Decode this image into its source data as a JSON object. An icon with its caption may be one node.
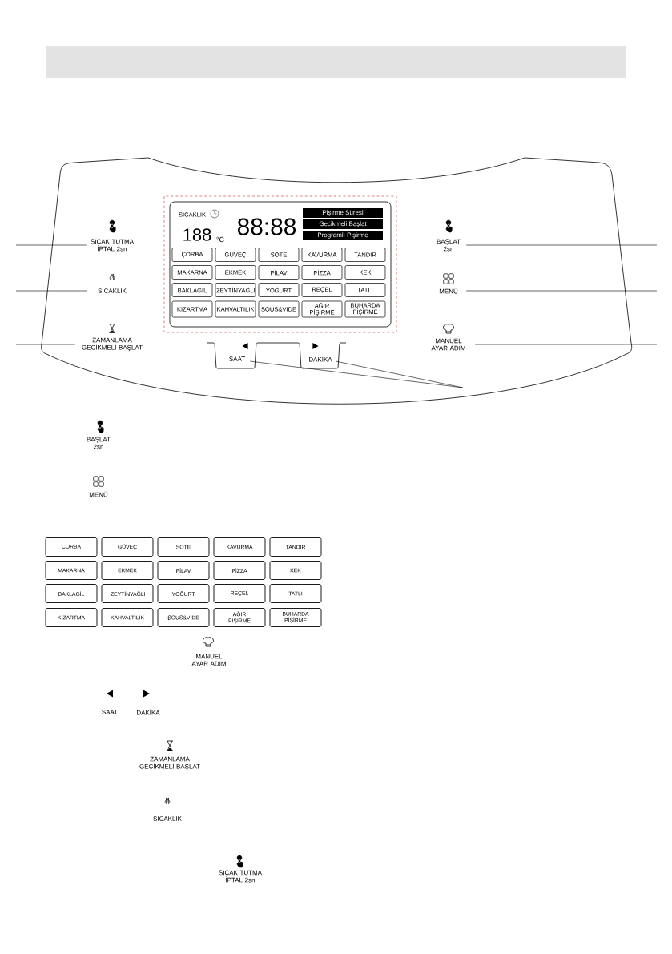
{
  "diagram": {
    "nodes": [
      {
        "text": [
          "SICAK TUTMA İPTAL 2sn"
        ]
      },
      {
        "text": [
          "SICAKLIK"
        ]
      },
      {
        "text": [
          "ZAMANLAMA GECİKMELİ BAŞLAT"
        ]
      },
      {
        "text": [
          "BAŞLAT 2sn"
        ]
      },
      {
        "text": [
          "MENÜ"
        ]
      },
      {
        "text": [
          "MANUEL AYAR ADIM"
        ]
      },
      {
        "text": [
          "SAAT"
        ]
      },
      {
        "text": [
          "DAKİKA"
        ]
      },
      {
        "text": [
          "SICAKLIK",
          "188",
          "°C",
          "88:88"
        ]
      },
      {
        "text": [
          "Pişirme Süresi"
        ],
        "in": 8
      },
      {
        "text": [
          "Gecikmeli Başlat"
        ],
        "in": 8
      },
      {
        "text": [
          "Programlı Pişirme"
        ],
        "in": 8
      },
      {
        "text": [
          "ÇORBA"
        ],
        "in": 8
      },
      {
        "text": [
          "GÜVEÇ"
        ],
        "in": 8
      },
      {
        "text": [
          "SOTE"
        ],
        "in": 8
      },
      {
        "text": [
          "KAVURMA"
        ],
        "in": 8
      },
      {
        "text": [
          "TANDIR"
        ],
        "in": 8
      },
      {
        "text": [
          "MAKARNA"
        ],
        "in": 8
      },
      {
        "text": [
          "EKMEK"
        ],
        "in": 8
      },
      {
        "text": [
          "PİLAV"
        ],
        "in": 8
      },
      {
        "text": [
          "PİZZA"
        ],
        "in": 8
      },
      {
        "text": [
          "KEK"
        ],
        "in": 8
      },
      {
        "text": [
          "BAKLAGİL"
        ],
        "in": 8
      },
      {
        "text": [
          "ZEYTİNYAĞLI"
        ],
        "in": 8
      },
      {
        "text": [
          "YOĞURT"
        ],
        "in": 8
      },
      {
        "text": [
          "REÇEL"
        ],
        "in": 8
      },
      {
        "text": [
          "TATLI"
        ],
        "in": 8
      },
      {
        "text": [
          "KIZARTMA"
        ],
        "in": 8
      },
      {
        "text": [
          "KAHVALTILIK"
        ],
        "in": 8
      },
      {
        "text": [
          "SOUS&VIDE"
        ],
        "in": 8
      },
      {
        "text": [
          "AĞIR PİŞİRME"
        ],
        "in": 8
      },
      {
        "text": [
          "BUHARDA PİŞİRME"
        ],
        "in": 8
      },
      {
        "text": [
          "ÇORBA"
        ]
      },
      {
        "text": [
          "GÜVEÇ"
        ]
      },
      {
        "text": [
          "SOTE"
        ]
      },
      {
        "text": [
          "KAVURMA"
        ]
      },
      {
        "text": [
          "TANDIR"
        ]
      },
      {
        "text": [
          "MAKARNA"
        ]
      },
      {
        "text": [
          "EKMEK"
        ]
      },
      {
        "text": [
          "PİLAV"
        ]
      },
      {
        "text": [
          "PİZZA"
        ]
      },
      {
        "text": [
          "KEK"
        ]
      },
      {
        "text": [
          "BAKLAGİL"
        ]
      },
      {
        "text": [
          "ZEYTİNYAĞLI"
        ]
      },
      {
        "text": [
          "YOĞURT"
        ]
      },
      {
        "text": [
          "REÇEL"
        ]
      },
      {
        "text": [
          "TATLI"
        ]
      },
      {
        "text": [
          "KIZARTMA"
        ]
      },
      {
        "text": [
          "KAHVALTILIK"
        ]
      },
      {
        "text": [
          "SOUS&VIDE"
        ]
      },
      {
        "text": [
          "AĞIR PİŞİRME"
        ]
      },
      {
        "text": [
          "BUHARDA PİŞİRME"
        ]
      }
    ],
    "edges": [
      {
        "from": 0,
        "to": null,
        "arrow": "none"
      },
      {
        "from": 1,
        "to": null,
        "arrow": "none"
      },
      {
        "from": 2,
        "to": null,
        "arrow": "none"
      },
      {
        "from": 3,
        "to": null,
        "arrow": "none"
      },
      {
        "from": 4,
        "to": null,
        "arrow": "none"
      },
      {
        "from": 5,
        "to": null,
        "arrow": "none"
      },
      {
        "from": 6,
        "to": null,
        "arrow": "none"
      },
      {
        "from": 7,
        "to": null,
        "arrow": "none"
      }
    ],
    "labels": [
      "BAŞLAT 2sn",
      "MENÜ",
      "MANUEL AYAR ADIM",
      "SAAT",
      "DAKİKA",
      "ZAMANLAMA GECİKMELİ BAŞLAT",
      "SICAKLIK",
      "SICAK TUTMA İPTAL 2sn"
    ]
  }
}
